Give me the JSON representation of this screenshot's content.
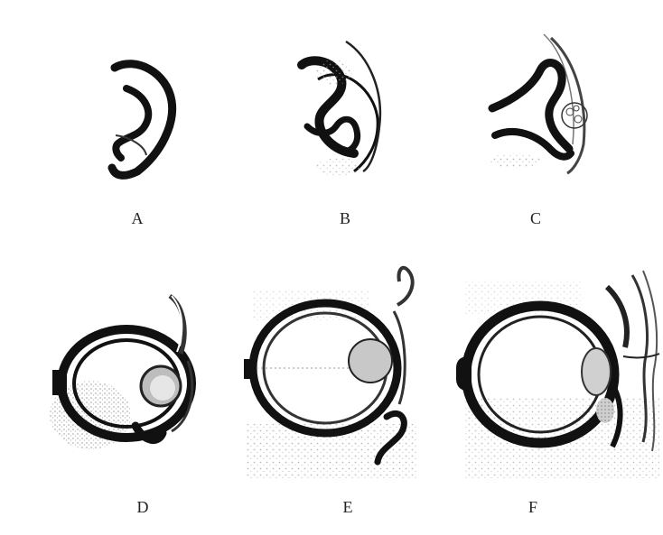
{
  "figure": {
    "panels": [
      {
        "id": "A",
        "label": "A"
      },
      {
        "id": "B",
        "label": "B"
      },
      {
        "id": "C",
        "label": "C"
      },
      {
        "id": "D",
        "label": "D"
      },
      {
        "id": "E",
        "label": "E"
      },
      {
        "id": "F",
        "label": "F"
      }
    ]
  },
  "colors": {
    "ink": "#111111",
    "stipple": "#9a9a9a",
    "paper": "#ffffff"
  }
}
